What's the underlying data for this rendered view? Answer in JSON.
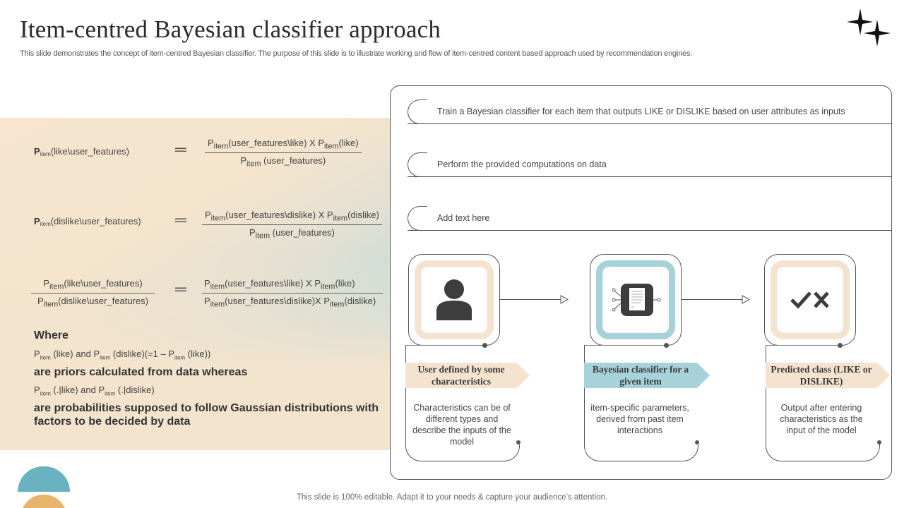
{
  "header": {
    "title": "Item-centred Bayesian classifier approach",
    "subtitle": "This slide demonstrates the concept of item-centred Bayesian classifier. The purpose of this slide is to illustrate working and flow of item-centred content based approach used by recommendation engines.",
    "decoration_icon": "sparkle-stars-icon"
  },
  "equations": {
    "P": "P",
    "item": "item",
    "eq1": {
      "lhs": "(like\\user_features)",
      "num_a": "(user_features\\like)  X ",
      "num_b": "(like)",
      "den": "(user_features)"
    },
    "eq2": {
      "lhs": "(dislike\\user_features)",
      "num_a": "(user_features\\dislike)  X ",
      "num_b": "(dislike)",
      "den": "(user_features)"
    },
    "eq3": {
      "lhs_num": "(like\\user_features)",
      "lhs_den": "(dislike\\user_features)",
      "num_a": "(user_features\\like)  X ",
      "num_b": "(like)",
      "den_a": "(user_features\\dislike)X  ",
      "den_b": "(dislike)"
    },
    "equals_symbol": "═"
  },
  "notes": {
    "where": "Where",
    "line1_a": "(like)   and ",
    "line1_b": "(dislike)(=1 – ",
    "line1_c": "(like))",
    "line2": "are priors calculated from data whereas",
    "line3_a": "(.|like)   and ",
    "line3_b": "(.|dislike)",
    "line4": "are probabilities  supposed to follow Gaussian distributions  with factors to be decided by data"
  },
  "steps": [
    {
      "text": "Train  a Bayesian classifier for each item that outputs LIKE or DISLIKE  based on user attributes as inputs"
    },
    {
      "text": "Perform  the provided  computations on data"
    },
    {
      "text": "Add text here"
    }
  ],
  "cards": [
    {
      "icon": "user-icon",
      "title": "User defined by some characteristics",
      "description": "Characteristics can be of different types and describe the inputs of the model",
      "accent": "#f4e4cf"
    },
    {
      "icon": "classifier-chip-document-icon",
      "title": "Bayesian classifier for a given item",
      "description": "item-specific parameters, derived from past item interactions",
      "accent": "#a8d2da"
    },
    {
      "icon": "check-cross-icon",
      "title": "Predicted class (LIKE or DISLIKE)",
      "description": "Output after entering characteristics as the input of the model",
      "accent": "#f4e4cf"
    }
  ],
  "footer": {
    "text": "This slide is 100% editable. Adapt it to your needs & capture your audience’s attention."
  }
}
